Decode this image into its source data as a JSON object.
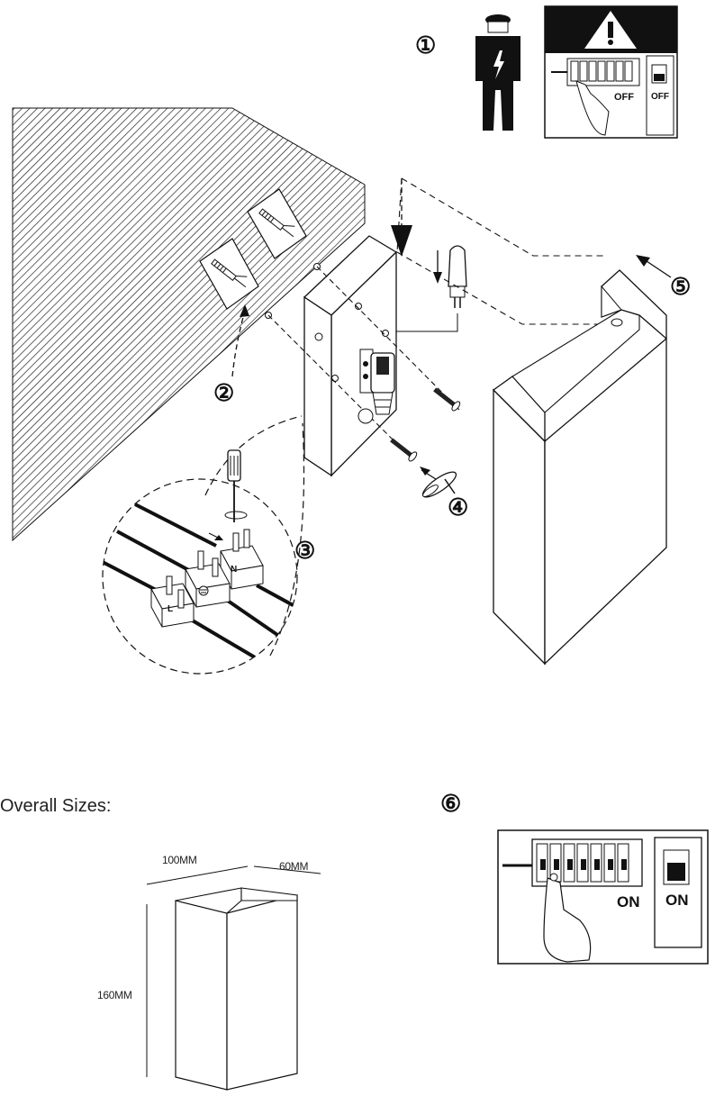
{
  "steps": {
    "s1": "①",
    "s2": "②",
    "s3": "③",
    "s4": "④",
    "s5": "⑤",
    "s6": "⑥"
  },
  "breaker_off": {
    "panel_label": "OFF",
    "main_switch_label": "OFF"
  },
  "breaker_on": {
    "panel_label": "ON",
    "main_switch_label": "ON"
  },
  "terminals": {
    "neutral": "N",
    "live": "L"
  },
  "overall_sizes": {
    "title": "Overall Sizes:",
    "width": "100MM",
    "depth": "60MM",
    "height": "160MM"
  },
  "icons": [
    "electrician-icon",
    "warning-icon",
    "wall-plug-icon",
    "screw-icon",
    "screwdriver-icon",
    "bulb-icon",
    "earth-icon"
  ],
  "colors": {
    "line": "#111111",
    "background": "#ffffff"
  }
}
